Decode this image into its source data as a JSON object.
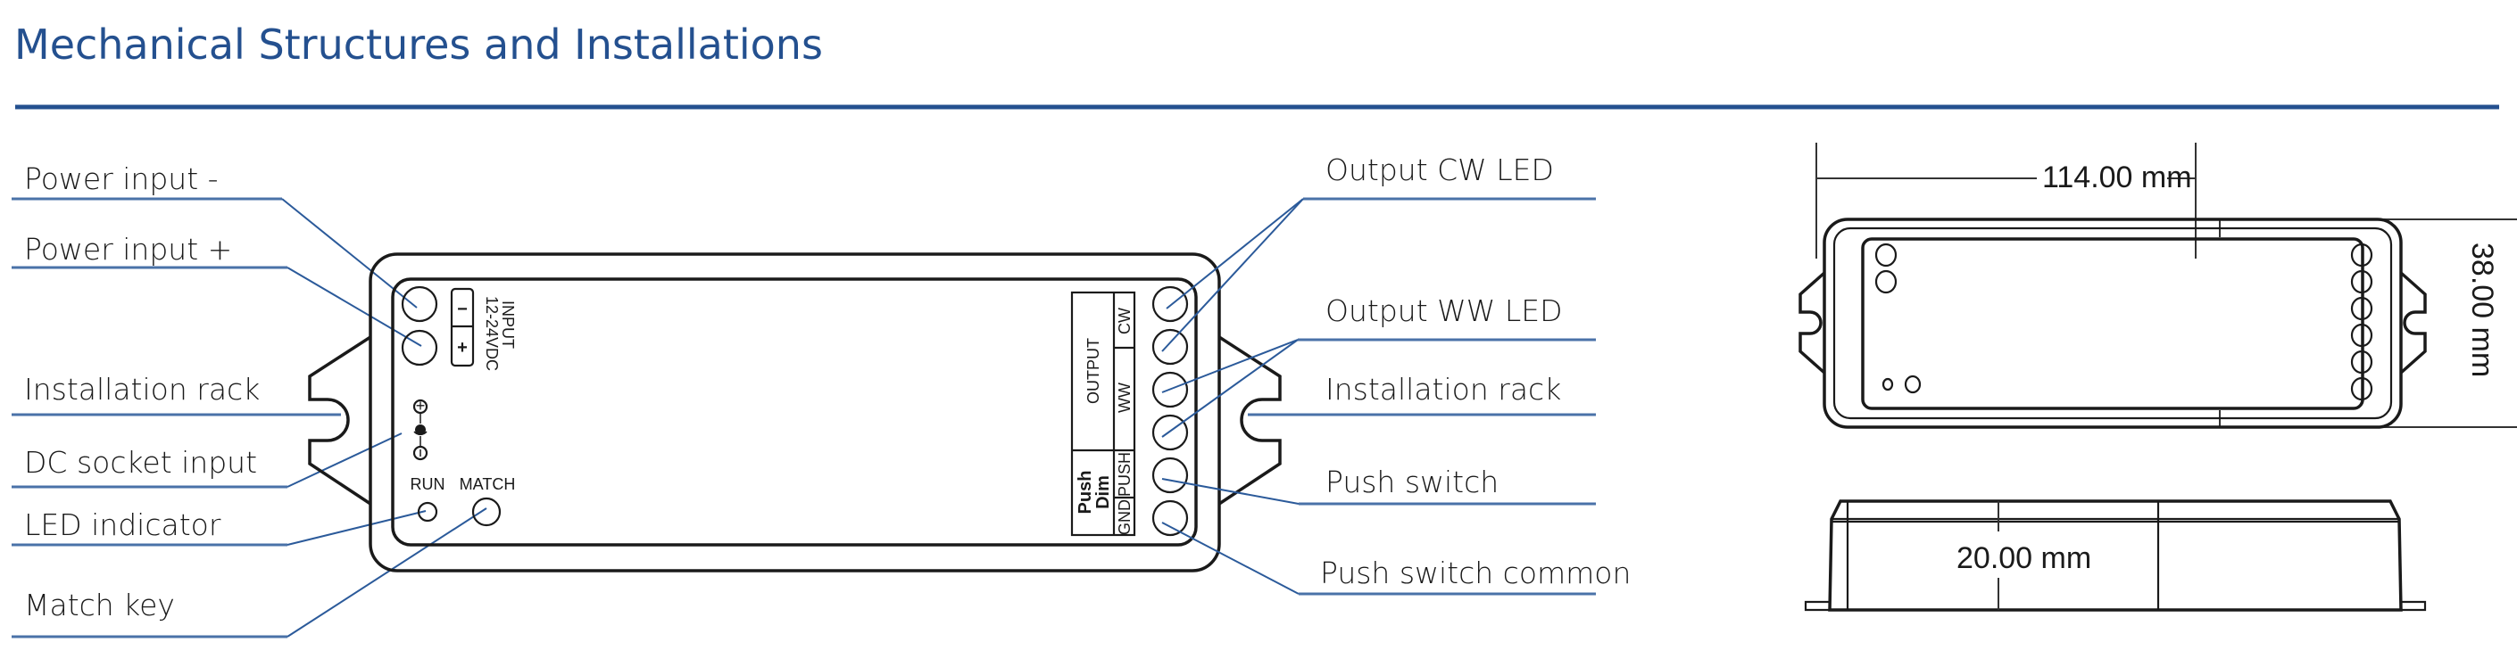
{
  "page": {
    "title": "Mechanical Structures and Installations",
    "accent_color": "#24508f",
    "leader_color": "#2b5a9a"
  },
  "left_labels": [
    {
      "id": "power-input-minus",
      "text": "Power input -"
    },
    {
      "id": "power-input-plus",
      "text": "Power input +"
    },
    {
      "id": "installation-rack-left",
      "text": "Installation rack"
    },
    {
      "id": "dc-socket-input",
      "text": "DC socket input"
    },
    {
      "id": "led-indicator",
      "text": "LED indicator"
    },
    {
      "id": "match-key",
      "text": "Match key"
    }
  ],
  "right_labels": [
    {
      "id": "output-cw-led",
      "text": "Output CW LED"
    },
    {
      "id": "output-ww-led",
      "text": "Output WW LED"
    },
    {
      "id": "installation-rack-right",
      "text": "Installation rack"
    },
    {
      "id": "push-switch",
      "text": "Push switch"
    },
    {
      "id": "push-switch-common",
      "text": "Push switch common"
    }
  ],
  "device_face": {
    "input_label": "INPUT",
    "voltage_label": "12-24VDC",
    "minus_sign": "−",
    "plus_sign": "+",
    "dc_plus": "+",
    "dc_minus": "−",
    "run_label": "RUN",
    "match_label": "MATCH",
    "output_label": "OUTPUT",
    "cw_label": "CW",
    "ww_label": "WW",
    "push_dim_label_1": "Push",
    "push_dim_label_2": "Dim",
    "push_label": "PUSH",
    "gnd_label": "GND"
  },
  "dimensions": {
    "length": "114.00 mm",
    "width": "38.00 mm",
    "height": "20.00 mm"
  }
}
